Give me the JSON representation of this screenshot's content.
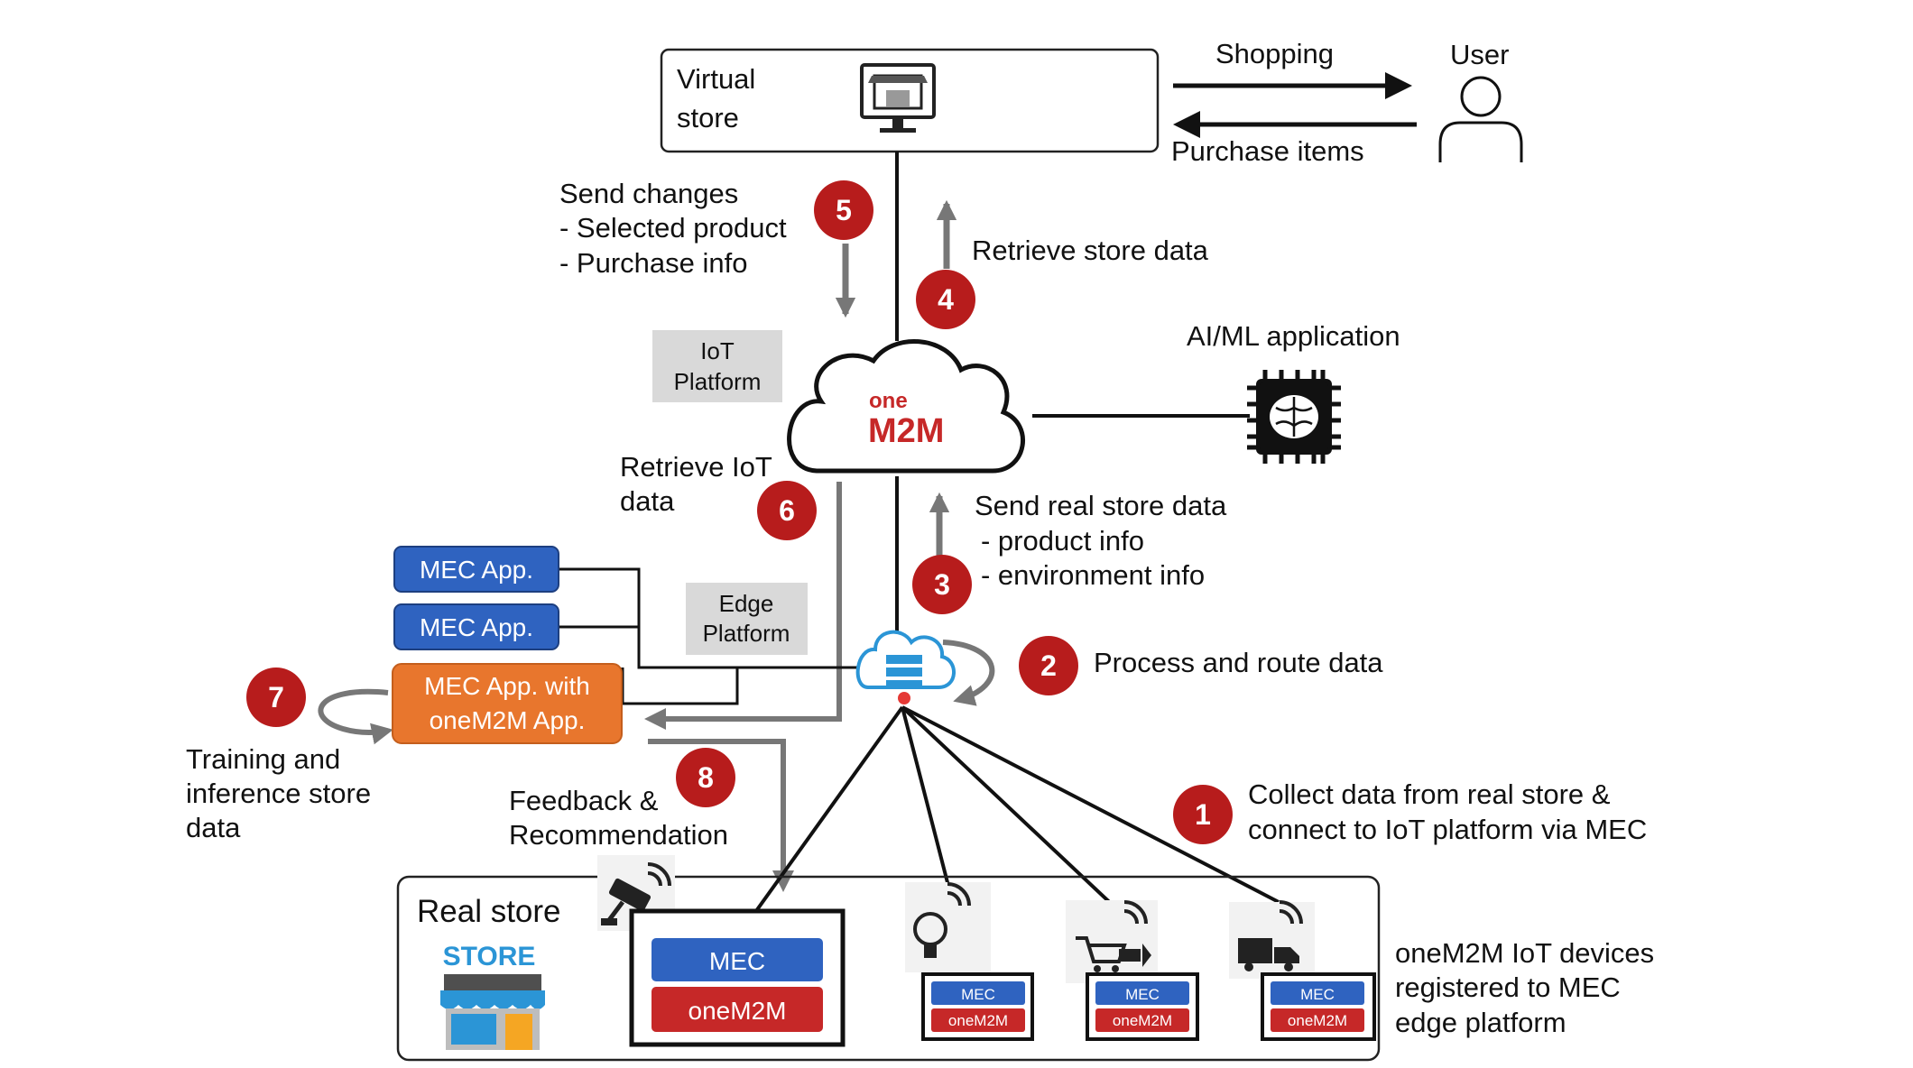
{
  "virtual_store": {
    "line1": "Virtual",
    "line2": "store"
  },
  "user_label": "User",
  "shopping_label": "Shopping",
  "purchase_items_label": "Purchase items",
  "step5": {
    "number": "5",
    "lines": [
      "Send changes",
      "- Selected product",
      "- Purchase info"
    ]
  },
  "step4": {
    "number": "4",
    "label": "Retrieve store data"
  },
  "iot_platform": {
    "line1": "IoT",
    "line2": "Platform"
  },
  "aiml_label": "AI/ML application",
  "onem2m_logo": {
    "top": "one",
    "bottom": "M2M"
  },
  "step6": {
    "number": "6",
    "line1": "Retrieve IoT",
    "line2": "data"
  },
  "step3": {
    "number": "3",
    "lines": [
      "Send real store data",
      "- product info",
      "- environment info"
    ]
  },
  "mec_app_1": "MEC App.",
  "mec_app_2": "MEC App.",
  "edge_platform": {
    "line1": "Edge",
    "line2": "Platform"
  },
  "step2": {
    "number": "2",
    "label": "Process and route data"
  },
  "step7": {
    "number": "7",
    "lines": [
      "Training and",
      "inference store",
      "data"
    ]
  },
  "mec_onem2m_app": {
    "line1": "MEC App. with",
    "line2": "oneM2M App."
  },
  "step8": {
    "number": "8",
    "line1": "Feedback &",
    "line2": "Recommendation"
  },
  "step1": {
    "number": "1",
    "line1": "Collect data from real store &",
    "line2": "connect to IoT platform via MEC"
  },
  "real_store_label": "Real store",
  "store_sign": "STORE",
  "big_mec": {
    "top": "MEC",
    "bottom": "oneM2M"
  },
  "small_mec": {
    "top": "MEC",
    "bottom": "oneM2M"
  },
  "devices_note": [
    "oneM2M IoT devices",
    "registered to MEC",
    "edge platform"
  ],
  "colors": {
    "badge_red": "#b71c1c",
    "mec_blue": "#2f63c0",
    "onem2m_red": "#c62828",
    "orange": "#e8762d",
    "gray_box": "#d9d9d9",
    "arrow_gray": "#777777"
  },
  "icons": [
    "monitor-store-icon",
    "user-icon",
    "cloud-icon",
    "ai-chip-icon",
    "edge-server-icon",
    "camera-icon",
    "bulb-icon",
    "cart-icon",
    "truck-icon",
    "store-icon"
  ]
}
